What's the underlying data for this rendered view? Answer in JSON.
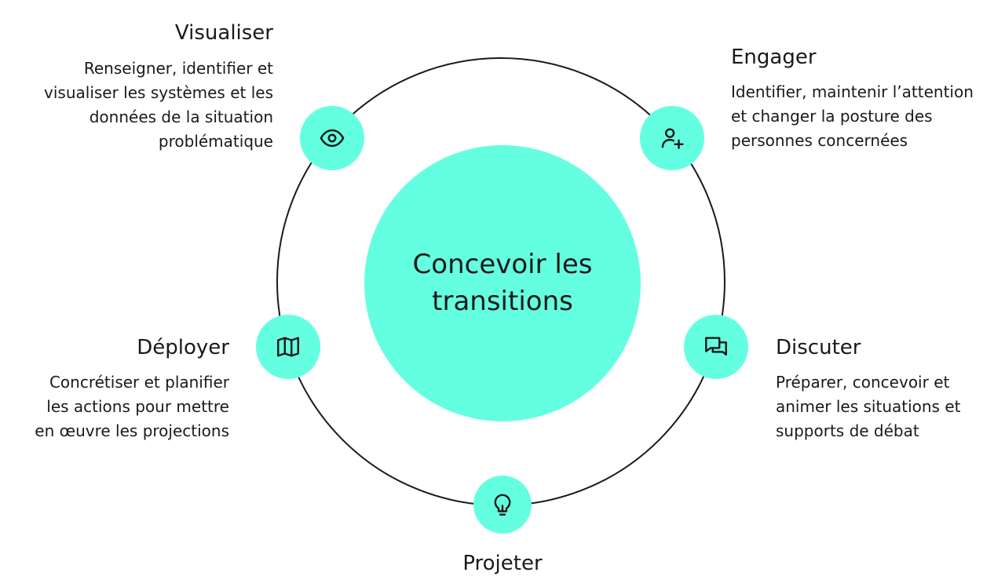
{
  "center": {
    "title": "Concevoir les transitions"
  },
  "colors": {
    "accent": "#64ffe0",
    "ink": "#1a1a1a",
    "background": "#ffffff"
  },
  "steps": [
    {
      "title": "Visualiser",
      "icon": "eye-icon",
      "lines": [
        "Renseigner, identifier et",
        "visualiser les systèmes et les",
        "données de la situation",
        "problématique"
      ]
    },
    {
      "title": "Engager",
      "icon": "user-plus-icon",
      "lines": [
        "Identifier, maintenir l’attention",
        "et changer la posture des",
        "personnes concernées"
      ]
    },
    {
      "title": "Discuter",
      "icon": "chat-bubbles-icon",
      "lines": [
        "Préparer, concevoir et",
        "animer les situations et",
        "supports de débat"
      ]
    },
    {
      "title": "Projeter",
      "icon": "lightbulb-icon",
      "lines": []
    },
    {
      "title": "Déployer",
      "icon": "map-icon",
      "lines": [
        "Concrétiser et planifier",
        "les actions pour mettre",
        "en œuvre les projections"
      ]
    }
  ]
}
